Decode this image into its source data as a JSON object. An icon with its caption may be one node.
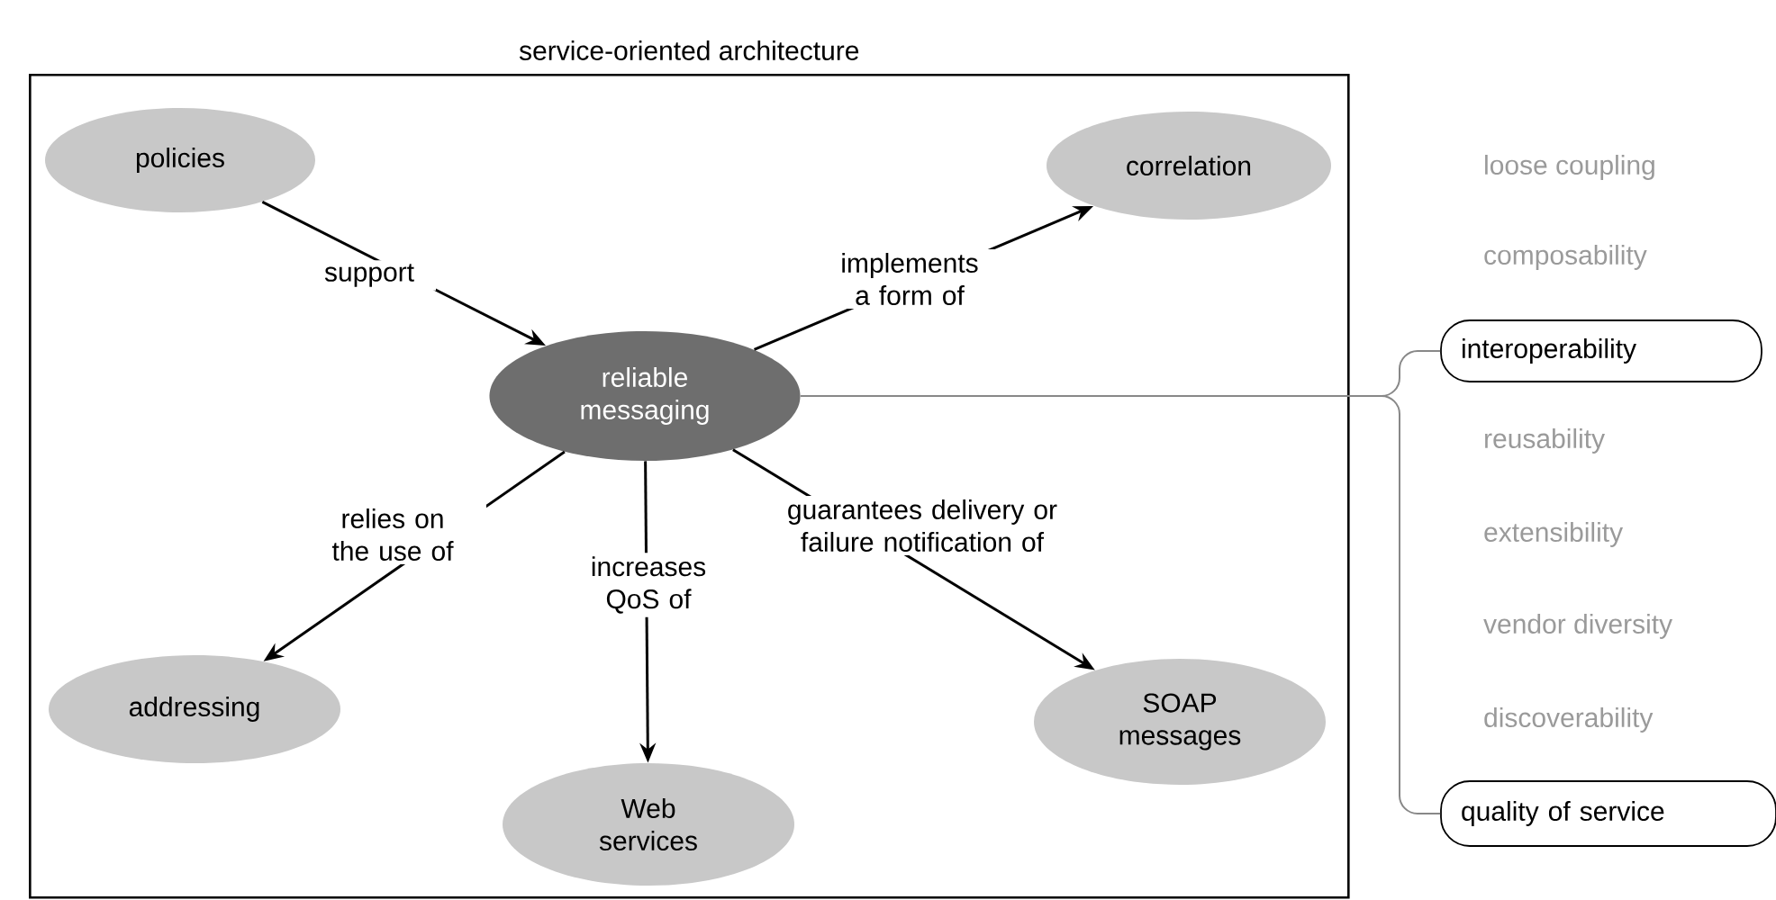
{
  "diagram": {
    "nodes": [
      {
        "text": [
          "service-oriented architecture"
        ]
      },
      {
        "text": [
          "policies"
        ],
        "in": 0
      },
      {
        "text": [
          "correlation"
        ],
        "in": 0
      },
      {
        "text": [
          "reliable messaging"
        ],
        "in": 0
      },
      {
        "text": [
          "addressing"
        ],
        "in": 0
      },
      {
        "text": [
          "Web services"
        ],
        "in": 0
      },
      {
        "text": [
          "SOAP messages"
        ],
        "in": 0
      },
      {
        "text": [
          "interoperability"
        ]
      },
      {
        "text": [
          "quality of service"
        ]
      }
    ],
    "edges": [
      {
        "from": 1,
        "to": 3,
        "arrow": "to",
        "label": "support"
      },
      {
        "from": 3,
        "to": 2,
        "arrow": "to",
        "label": "implements a form of"
      },
      {
        "from": 3,
        "to": 4,
        "arrow": "to",
        "label": "relies on the use of"
      },
      {
        "from": 3,
        "to": 5,
        "arrow": "to",
        "label": "increases QoS of"
      },
      {
        "from": 3,
        "to": 6,
        "arrow": "to",
        "label": "guarantees delivery or failure notification of"
      },
      {
        "from": 3,
        "to": 7,
        "arrow": "none",
        "color": "#888888"
      },
      {
        "from": 3,
        "to": 8,
        "arrow": "none",
        "color": "#888888"
      }
    ],
    "labels": [
      "loose coupling",
      "composability",
      "reusability",
      "extensibility",
      "vendor diversity",
      "discoverability"
    ]
  }
}
